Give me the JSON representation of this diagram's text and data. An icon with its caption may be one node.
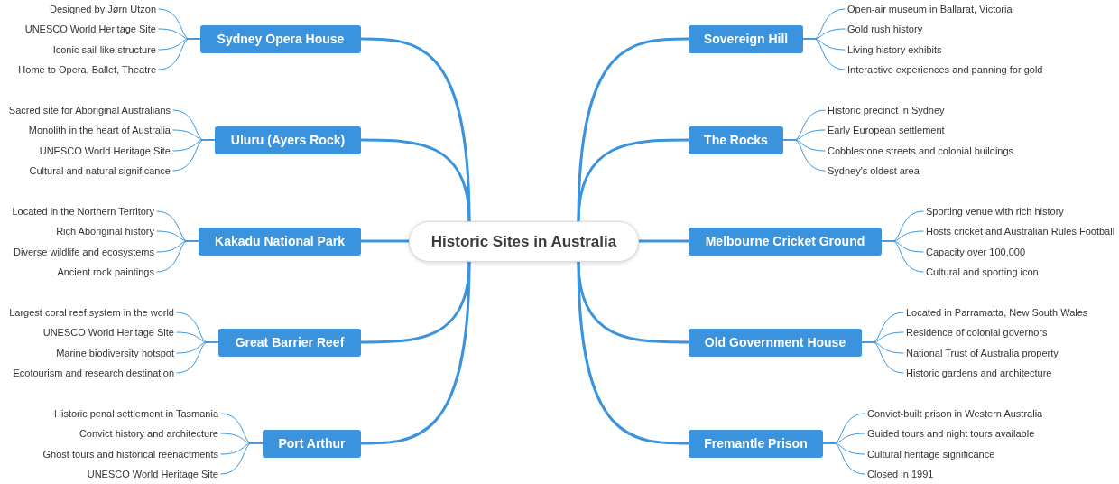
{
  "diagram": {
    "nodes": [
      {
        "text": [
          "Historic Sites in Australia"
        ]
      },
      {
        "text": [
          "Sydney Opera House"
        ]
      },
      {
        "text": [
          "Designed by Jørn Utzon"
        ]
      },
      {
        "text": [
          "UNESCO World Heritage Site"
        ]
      },
      {
        "text": [
          "Iconic sail-like structure"
        ]
      },
      {
        "text": [
          "Home to Opera, Ballet, Theatre"
        ]
      },
      {
        "text": [
          "Uluru (Ayers Rock)"
        ]
      },
      {
        "text": [
          "Sacred site for Aboriginal Australians"
        ]
      },
      {
        "text": [
          "Monolith in the heart of Australia"
        ]
      },
      {
        "text": [
          "UNESCO World Heritage Site"
        ]
      },
      {
        "text": [
          "Cultural and natural significance"
        ]
      },
      {
        "text": [
          "Kakadu National Park"
        ]
      },
      {
        "text": [
          "Located in the Northern Territory"
        ]
      },
      {
        "text": [
          "Rich Aboriginal history"
        ]
      },
      {
        "text": [
          "Diverse wildlife and ecosystems"
        ]
      },
      {
        "text": [
          "Ancient rock paintings"
        ]
      },
      {
        "text": [
          "Great Barrier Reef"
        ]
      },
      {
        "text": [
          "Largest coral reef system in the world"
        ]
      },
      {
        "text": [
          "UNESCO World Heritage Site"
        ]
      },
      {
        "text": [
          "Marine biodiversity hotspot"
        ]
      },
      {
        "text": [
          "Ecotourism and research destination"
        ]
      },
      {
        "text": [
          "Port Arthur"
        ]
      },
      {
        "text": [
          "Historic penal settlement in Tasmania"
        ]
      },
      {
        "text": [
          "Convict history and architecture"
        ]
      },
      {
        "text": [
          "Ghost tours and historical reenactments"
        ]
      },
      {
        "text": [
          "UNESCO World Heritage Site"
        ]
      },
      {
        "text": [
          "Sovereign Hill"
        ]
      },
      {
        "text": [
          "Open-air museum in Ballarat, Victoria"
        ]
      },
      {
        "text": [
          "Gold rush history"
        ]
      },
      {
        "text": [
          "Living history exhibits"
        ]
      },
      {
        "text": [
          "Interactive experiences and panning for gold"
        ]
      },
      {
        "text": [
          "The Rocks"
        ]
      },
      {
        "text": [
          "Historic precinct in Sydney"
        ]
      },
      {
        "text": [
          "Early European settlement"
        ]
      },
      {
        "text": [
          "Cobblestone streets and colonial buildings"
        ]
      },
      {
        "text": [
          "Sydney's oldest area"
        ]
      },
      {
        "text": [
          "Melbourne Cricket Ground"
        ]
      },
      {
        "text": [
          "Sporting venue with rich history"
        ]
      },
      {
        "text": [
          "Hosts cricket and Australian Rules Football"
        ]
      },
      {
        "text": [
          "Capacity over 100,000"
        ]
      },
      {
        "text": [
          "Cultural and sporting icon"
        ]
      },
      {
        "text": [
          "Old Government House"
        ]
      },
      {
        "text": [
          "Located in Parramatta, New South Wales"
        ]
      },
      {
        "text": [
          "Residence of colonial governors"
        ]
      },
      {
        "text": [
          "National Trust of Australia property"
        ]
      },
      {
        "text": [
          "Historic gardens and architecture"
        ]
      },
      {
        "text": [
          "Fremantle Prison"
        ]
      },
      {
        "text": [
          "Convict-built prison in Western Australia"
        ]
      },
      {
        "text": [
          "Guided tours and night tours available"
        ]
      },
      {
        "text": [
          "Cultural heritage significance"
        ]
      },
      {
        "text": [
          "Closed in 1991"
        ]
      }
    ],
    "edges": [
      {
        "from": 0,
        "to": 1,
        "arrow": "none",
        "style": "thick"
      },
      {
        "from": 1,
        "to": 2,
        "arrow": "none"
      },
      {
        "from": 1,
        "to": 3,
        "arrow": "none"
      },
      {
        "from": 1,
        "to": 4,
        "arrow": "none"
      },
      {
        "from": 1,
        "to": 5,
        "arrow": "none"
      },
      {
        "from": 0,
        "to": 6,
        "arrow": "none",
        "style": "thick"
      },
      {
        "from": 6,
        "to": 7,
        "arrow": "none"
      },
      {
        "from": 6,
        "to": 8,
        "arrow": "none"
      },
      {
        "from": 6,
        "to": 9,
        "arrow": "none"
      },
      {
        "from": 6,
        "to": 10,
        "arrow": "none"
      },
      {
        "from": 0,
        "to": 11,
        "arrow": "none",
        "style": "thick"
      },
      {
        "from": 11,
        "to": 12,
        "arrow": "none"
      },
      {
        "from": 11,
        "to": 13,
        "arrow": "none"
      },
      {
        "from": 11,
        "to": 14,
        "arrow": "none"
      },
      {
        "from": 11,
        "to": 15,
        "arrow": "none"
      },
      {
        "from": 0,
        "to": 16,
        "arrow": "none",
        "style": "thick"
      },
      {
        "from": 16,
        "to": 17,
        "arrow": "none"
      },
      {
        "from": 16,
        "to": 18,
        "arrow": "none"
      },
      {
        "from": 16,
        "to": 19,
        "arrow": "none"
      },
      {
        "from": 16,
        "to": 20,
        "arrow": "none"
      },
      {
        "from": 0,
        "to": 21,
        "arrow": "none",
        "style": "thick"
      },
      {
        "from": 21,
        "to": 22,
        "arrow": "none"
      },
      {
        "from": 21,
        "to": 23,
        "arrow": "none"
      },
      {
        "from": 21,
        "to": 24,
        "arrow": "none"
      },
      {
        "from": 21,
        "to": 25,
        "arrow": "none"
      },
      {
        "from": 0,
        "to": 26,
        "arrow": "none",
        "style": "thick"
      },
      {
        "from": 26,
        "to": 27,
        "arrow": "none"
      },
      {
        "from": 26,
        "to": 28,
        "arrow": "none"
      },
      {
        "from": 26,
        "to": 29,
        "arrow": "none"
      },
      {
        "from": 26,
        "to": 30,
        "arrow": "none"
      },
      {
        "from": 0,
        "to": 31,
        "arrow": "none",
        "style": "thick"
      },
      {
        "from": 31,
        "to": 32,
        "arrow": "none"
      },
      {
        "from": 31,
        "to": 33,
        "arrow": "none"
      },
      {
        "from": 31,
        "to": 34,
        "arrow": "none"
      },
      {
        "from": 31,
        "to": 35,
        "arrow": "none"
      },
      {
        "from": 0,
        "to": 36,
        "arrow": "none",
        "style": "thick"
      },
      {
        "from": 36,
        "to": 37,
        "arrow": "none"
      },
      {
        "from": 36,
        "to": 38,
        "arrow": "none"
      },
      {
        "from": 36,
        "to": 39,
        "arrow": "none"
      },
      {
        "from": 36,
        "to": 40,
        "arrow": "none"
      },
      {
        "from": 0,
        "to": 41,
        "arrow": "none",
        "style": "thick"
      },
      {
        "from": 41,
        "to": 42,
        "arrow": "none"
      },
      {
        "from": 41,
        "to": 43,
        "arrow": "none"
      },
      {
        "from": 41,
        "to": 44,
        "arrow": "none"
      },
      {
        "from": 41,
        "to": 45,
        "arrow": "none"
      },
      {
        "from": 0,
        "to": 46,
        "arrow": "none",
        "style": "thick"
      },
      {
        "from": 46,
        "to": 47,
        "arrow": "none"
      },
      {
        "from": 46,
        "to": 48,
        "arrow": "none"
      },
      {
        "from": 46,
        "to": 49,
        "arrow": "none"
      },
      {
        "from": 46,
        "to": 50,
        "arrow": "none"
      }
    ]
  }
}
